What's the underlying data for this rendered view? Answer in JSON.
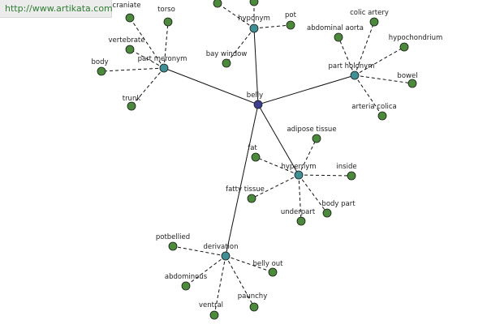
{
  "site": {
    "url": "http://www.artikata.com"
  },
  "graph": {
    "colors": {
      "center_node": "#3b3f8f",
      "relation_node": "#3f8f95",
      "word_node": "#4a8a3a",
      "edge": "#111111"
    },
    "center": {
      "id": "belly",
      "label": "belly"
    },
    "relations": [
      {
        "id": "hyponym",
        "label": "hyponym"
      },
      {
        "id": "part-meronym",
        "label": "part meronym"
      },
      {
        "id": "part-holonym",
        "label": "part holonym"
      },
      {
        "id": "hypernym",
        "label": "hypernym"
      },
      {
        "id": "derivation",
        "label": "derivation"
      }
    ],
    "words": [
      {
        "id": "w-hypo-a",
        "label": "",
        "relation": "hyponym"
      },
      {
        "id": "w-hypo-b",
        "label": "",
        "relation": "hyponym"
      },
      {
        "id": "w-pot",
        "label": "pot",
        "relation": "hyponym"
      },
      {
        "id": "w-bay-window",
        "label": "bay window",
        "relation": "hyponym"
      },
      {
        "id": "w-craniate",
        "label": "craniate",
        "relation": "part-meronym"
      },
      {
        "id": "w-torso",
        "label": "torso",
        "relation": "part-meronym"
      },
      {
        "id": "w-vertebrate",
        "label": "vertebrate",
        "relation": "part-meronym"
      },
      {
        "id": "w-body",
        "label": "body",
        "relation": "part-meronym"
      },
      {
        "id": "w-trunk",
        "label": "trunk",
        "relation": "part-meronym"
      },
      {
        "id": "w-colic-artery",
        "label": "colic artery",
        "relation": "part-holonym"
      },
      {
        "id": "w-abdominal-aorta",
        "label": "abdominal aorta",
        "relation": "part-holonym"
      },
      {
        "id": "w-hypochondrium",
        "label": "hypochondrium",
        "relation": "part-holonym"
      },
      {
        "id": "w-bowel",
        "label": "bowel",
        "relation": "part-holonym"
      },
      {
        "id": "w-arteria-colica",
        "label": "arteria colica",
        "relation": "part-holonym"
      },
      {
        "id": "w-adipose-tissue",
        "label": "adipose tissue",
        "relation": "hypernym"
      },
      {
        "id": "w-fat",
        "label": "fat",
        "relation": "hypernym"
      },
      {
        "id": "w-inside",
        "label": "inside",
        "relation": "hypernym"
      },
      {
        "id": "w-fatty-tissue",
        "label": "fatty tissue",
        "relation": "hypernym"
      },
      {
        "id": "w-body-part",
        "label": "body part",
        "relation": "hypernym"
      },
      {
        "id": "w-underpart",
        "label": "underpart",
        "relation": "hypernym"
      },
      {
        "id": "w-potbellied",
        "label": "potbellied",
        "relation": "derivation"
      },
      {
        "id": "w-belly-out",
        "label": "belly out",
        "relation": "derivation"
      },
      {
        "id": "w-abdominous",
        "label": "abdominous",
        "relation": "derivation"
      },
      {
        "id": "w-paunchy",
        "label": "paunchy",
        "relation": "derivation"
      },
      {
        "id": "w-ventral",
        "label": "ventral",
        "relation": "derivation"
      }
    ]
  }
}
